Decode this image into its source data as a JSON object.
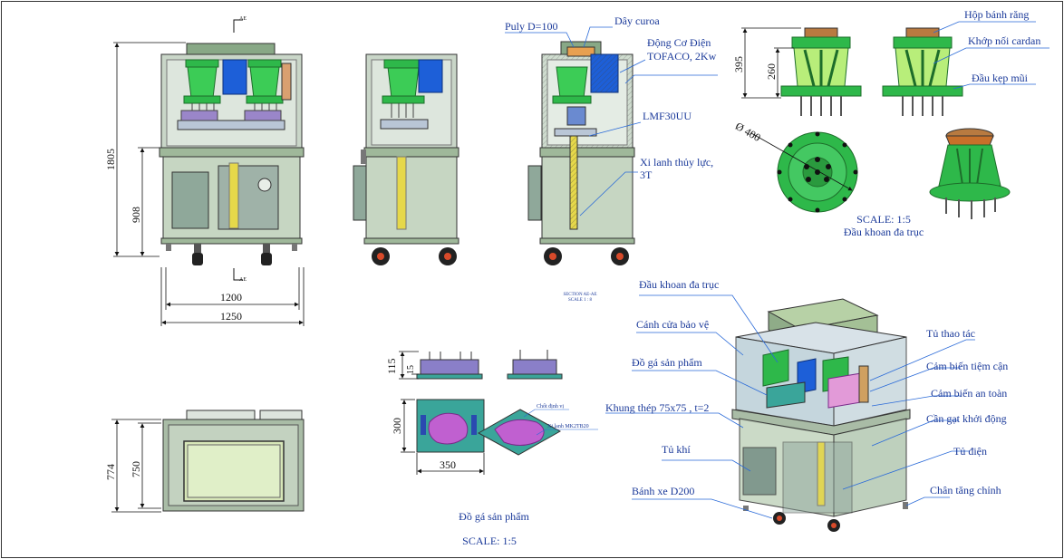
{
  "front_view": {
    "dims": {
      "height_total": "1805",
      "height_lower": "908",
      "width_inner": "1200",
      "width_outer": "1250"
    },
    "section_mark": "AE"
  },
  "section_view": {
    "caption_line1": "SECTION AE-AE",
    "caption_line2": "SCALE 1 : 8",
    "labels": {
      "pulley": "Puly D=100",
      "belt": "Dây curoa",
      "motor_line1": "Động Cơ Điện",
      "motor_line2": "TOFACO, 2Kw",
      "guide": "LMF30UU",
      "cylinder_line1": "Xi lanh thủy lực,",
      "cylinder_line2": "3T"
    }
  },
  "top_view": {
    "dims": {
      "depth_outer": "774",
      "depth_inner": "750"
    }
  },
  "multi_spindle_head": {
    "dims": {
      "height_total": "395",
      "height_lower": "260",
      "diameter": "Ø 400"
    },
    "labels": {
      "gear_box": "Hộp bánh răng",
      "cardan_joint": "Khớp nối cardan",
      "chuck": "Đầu kẹp mũi"
    },
    "caption_line1": "SCALE: 1:5",
    "caption_line2": "Đầu khoan đa trục"
  },
  "fixture": {
    "dims": {
      "h1": "115",
      "h2": "15",
      "height": "300",
      "width": "350"
    },
    "labels": {
      "locating_pin": "Chốt định vị",
      "clamp_cylinder": "Xi lanh MK2TB20"
    },
    "caption_line1": "Đồ gá sản phẩm",
    "caption_line2": "SCALE: 1:5"
  },
  "iso_callouts": {
    "drill_head": "Đầu khoan đa trục",
    "guard_door": "Cánh cửa bảo vệ",
    "fixture": "Đồ gá sản phẩm",
    "frame": "Khung thép 75x75 , t=2",
    "air_cabinet": "Tủ khí",
    "wheel": "Bánh xe D200",
    "control_panel": "Tủ thao tác",
    "proximity_sensor": "Cảm biến tiệm cận",
    "safety_sensor": "Cảm biến an toàn",
    "start_lever": "Cần gạt khởi động",
    "electric_cabinet": "Tủ điện",
    "leveling_foot": "Chân tăng chỉnh"
  },
  "colors": {
    "frame": "#9fb89a",
    "panel": "#c8d8c0",
    "green_part": "#2eb84a",
    "motor_blue": "#1d5fd8",
    "fixture_purple": "#c060d0",
    "plate_teal": "#3aa59a",
    "label_text": "#1b3a9a",
    "leader_line": "#2a6ad8"
  }
}
